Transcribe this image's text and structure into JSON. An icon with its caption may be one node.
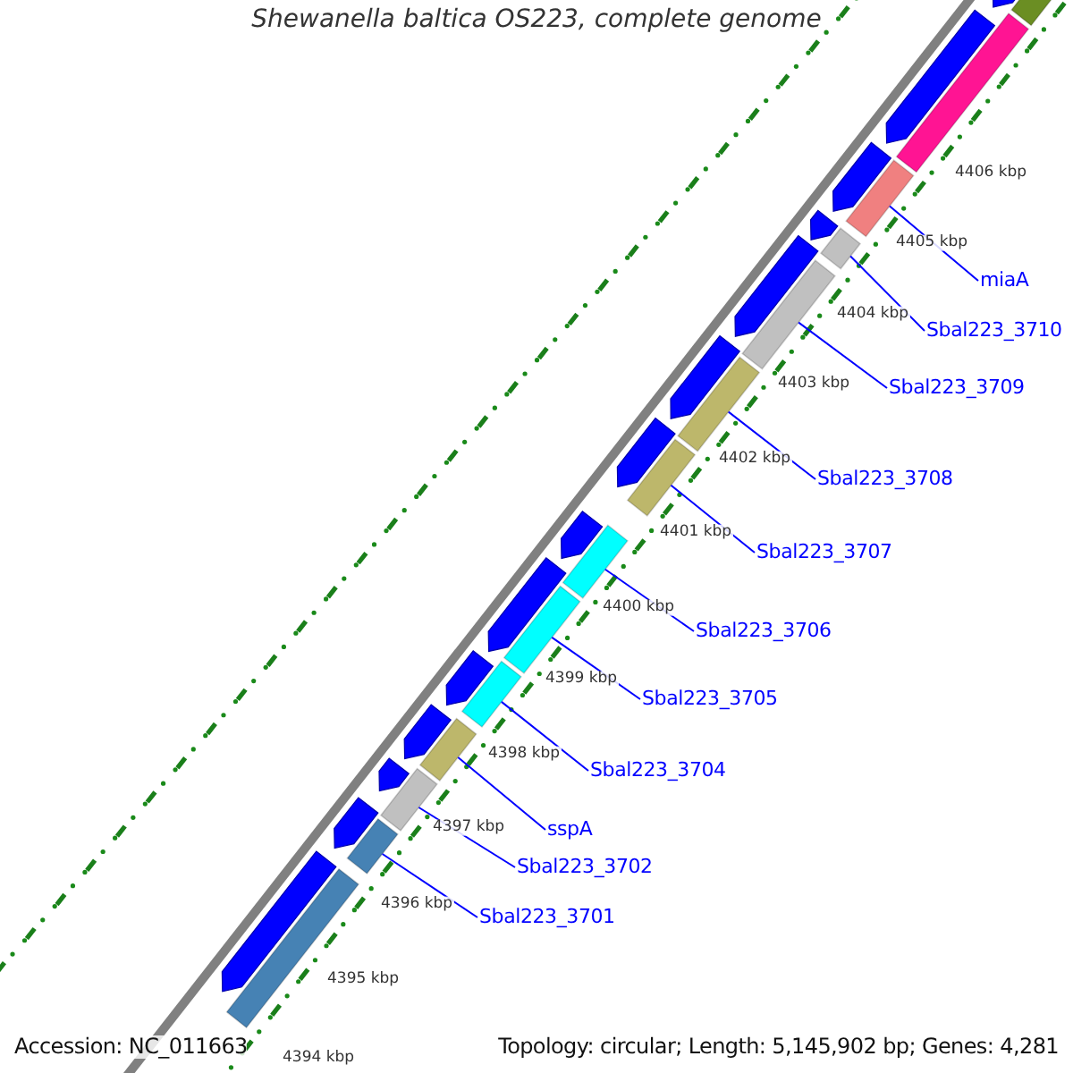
{
  "diagram": {
    "title": "Shewanella baltica OS223, complete genome",
    "nodes": [
      {
        "text": [
          "miaA"
        ]
      },
      {
        "text": [
          "Sbal223_3710"
        ]
      },
      {
        "text": [
          "Sbal223_3709"
        ]
      },
      {
        "text": [
          "Sbal223_3708"
        ]
      },
      {
        "text": [
          "Sbal223_3707"
        ]
      },
      {
        "text": [
          "Sbal223_3706"
        ]
      },
      {
        "text": [
          "Sbal223_3705"
        ]
      },
      {
        "text": [
          "Sbal223_3704"
        ]
      },
      {
        "text": [
          "sspA"
        ]
      },
      {
        "text": [
          "Sbal223_3702"
        ]
      },
      {
        "text": [
          "Sbal223_3701"
        ]
      },
      {
        "text": [],
        "shape": "bar"
      },
      {
        "text": [],
        "shape": "bar"
      },
      {
        "text": [],
        "shape": "bar"
      },
      {
        "text": [],
        "shape": "bar"
      },
      {
        "text": [],
        "shape": "bar"
      },
      {
        "text": [],
        "shape": "bar"
      },
      {
        "text": [],
        "shape": "bar"
      },
      {
        "text": [],
        "shape": "bar"
      },
      {
        "text": [],
        "shape": "bar"
      },
      {
        "text": [],
        "shape": "bar"
      },
      {
        "text": [],
        "shape": "bar"
      },
      {
        "text": [],
        "shape": "bar"
      },
      {
        "text": [],
        "shape": "bar"
      },
      {
        "text": [],
        "shape": "bar"
      },
      {
        "text": [],
        "shape": "pentagon"
      },
      {
        "text": [],
        "shape": "pentagon"
      },
      {
        "text": [],
        "shape": "pentagon"
      },
      {
        "text": [],
        "shape": "pentagon"
      },
      {
        "text": [],
        "shape": "pentagon"
      },
      {
        "text": [],
        "shape": "pentagon"
      },
      {
        "text": [],
        "shape": "pentagon"
      },
      {
        "text": [],
        "shape": "pentagon"
      },
      {
        "text": [],
        "shape": "pentagon"
      },
      {
        "text": [],
        "shape": "pentagon"
      },
      {
        "text": [],
        "shape": "pentagon"
      },
      {
        "text": [],
        "shape": "pentagon"
      },
      {
        "text": [],
        "shape": "pentagon"
      },
      {
        "text": [],
        "shape": "pentagon"
      }
    ],
    "edges": [
      {
        "from": 0,
        "to": 11,
        "arrow": "none"
      },
      {
        "from": 1,
        "to": 12,
        "arrow": "none"
      },
      {
        "from": 2,
        "to": 13,
        "arrow": "none"
      },
      {
        "from": 3,
        "to": 14,
        "arrow": "none"
      },
      {
        "from": 4,
        "to": 15,
        "arrow": "none"
      },
      {
        "from": 5,
        "to": 16,
        "arrow": "none"
      },
      {
        "from": 6,
        "to": 17,
        "arrow": "none"
      },
      {
        "from": 7,
        "to": 18,
        "arrow": "none"
      },
      {
        "from": 8,
        "to": 19,
        "arrow": "none"
      },
      {
        "from": 9,
        "to": 20,
        "arrow": "none"
      },
      {
        "from": 10,
        "to": 21,
        "arrow": "none"
      }
    ],
    "labels": [
      "4406 kbp",
      "4405 kbp",
      "4404 kbp",
      "4403 kbp",
      "4402 kbp",
      "4401 kbp",
      "4400 kbp",
      "4399 kbp",
      "4398 kbp",
      "4397 kbp",
      "4396 kbp",
      "4395 kbp",
      "4394 kbp",
      "Accession: NC_011663",
      "Topology: circular; Length: 5,145,902 bp; Genes: 4,281"
    ]
  }
}
